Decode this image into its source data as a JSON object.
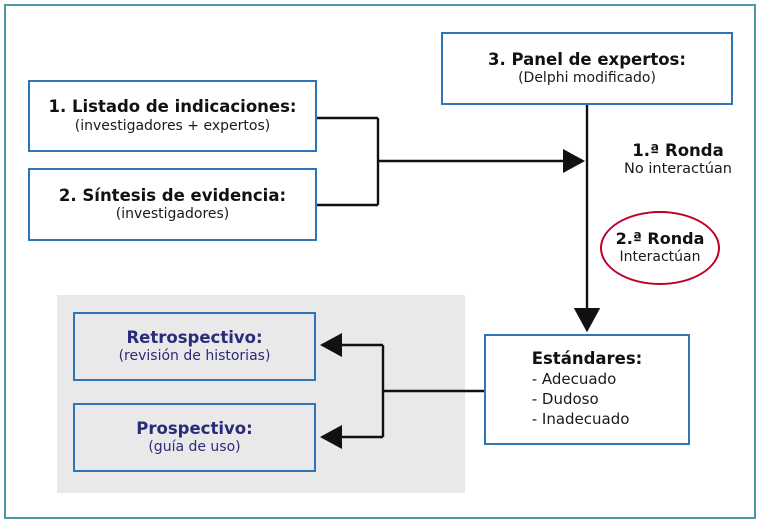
{
  "diagram": {
    "title_hidden": "",
    "frame_color": "#4E98A3",
    "box_border_color": "#2E75B6",
    "panel_bg_color": "#E9E9E9",
    "ellipse_color": "#C00028",
    "navy_text_color": "#2B2B7A",
    "connector_color": "#111111"
  },
  "boxes": {
    "indicaciones": {
      "title": "1. Listado de indicaciones:",
      "subtitle": "(investigadores + expertos)"
    },
    "evidencia": {
      "title": "2. Síntesis de evidencia:",
      "subtitle": "(investigadores)"
    },
    "panel_expertos": {
      "title": "3. Panel de expertos:",
      "subtitle": "(Delphi modificado)"
    },
    "estandares": {
      "title": "Estándares:",
      "items": [
        "- Adecuado",
        "- Dudoso",
        "- Inadecuado"
      ]
    },
    "retrospectivo": {
      "title": "Retrospectivo:",
      "subtitle": "(revisión de historias)"
    },
    "prospectivo": {
      "title": "Prospectivo:",
      "subtitle": "(guía de uso)"
    }
  },
  "rounds": {
    "round1": {
      "title": "1.ª Ronda",
      "subtitle": "No interactúan"
    },
    "round2": {
      "title": "2.ª Ronda",
      "subtitle": "Interactúan"
    }
  }
}
